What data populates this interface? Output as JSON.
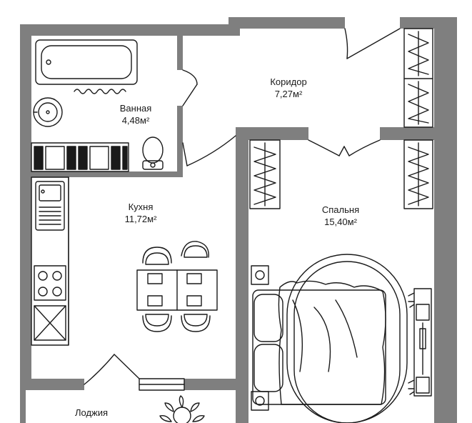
{
  "plan": {
    "wall_color": "#7f7f7f",
    "line_color": "#1a1a1a",
    "rooms": [
      {
        "id": "bathroom",
        "name": "Ванная",
        "area": "4,48м²"
      },
      {
        "id": "corridor",
        "name": "Коридор",
        "area": "7,27м²"
      },
      {
        "id": "kitchen",
        "name": "Кухня",
        "area": "11,72м²"
      },
      {
        "id": "bedroom",
        "name": "Спальня",
        "area": "15,40м²"
      },
      {
        "id": "loggia",
        "name": "Лоджия",
        "area": ""
      }
    ]
  }
}
